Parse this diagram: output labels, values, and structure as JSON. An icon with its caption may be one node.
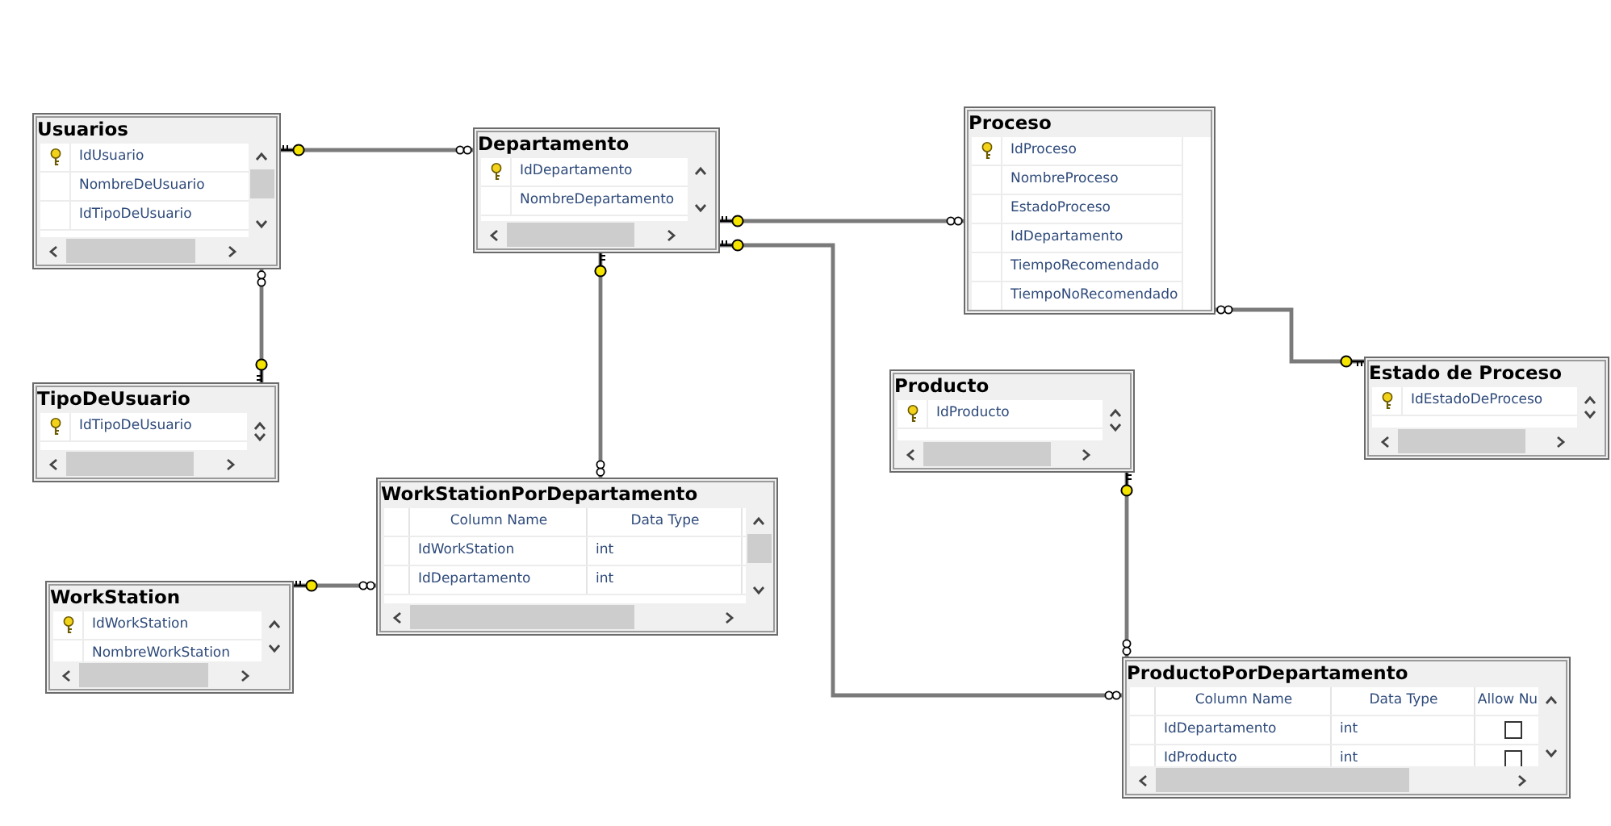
{
  "diagram": {
    "nodes": [
      {
        "text": [
          "Usuarios",
          "IdUsuario",
          "NombreDeUsuario",
          "IdTipoDeUsuario"
        ]
      },
      {
        "text": [
          "Departamento",
          "IdDepartamento",
          "NombreDepartamento"
        ]
      },
      {
        "text": [
          "Proceso",
          "IdProceso",
          "NombreProceso",
          "EstadoProceso",
          "IdDepartamento",
          "TiempoRecomendado",
          "TiempoNoRecomendado"
        ]
      },
      {
        "text": [
          "TipoDeUsuario",
          "IdTipoDeUsuario"
        ]
      },
      {
        "text": [
          "Producto",
          "IdProducto"
        ]
      },
      {
        "text": [
          "Estado de Proceso",
          "IdEstadoDeProceso"
        ]
      },
      {
        "text": [
          "WorkStationPorDepartamento",
          "Column Name",
          "Data Type",
          "IdWorkStation",
          "int",
          "IdDepartamento",
          "int"
        ]
      },
      {
        "text": [
          "WorkStation",
          "IdWorkStation",
          "NombreWorkStation"
        ]
      },
      {
        "text": [
          "ProductoPorDepartamento",
          "Column Name",
          "Data Type",
          "Allow Nu",
          "IdDepartamento",
          "int",
          "IdProducto",
          "int"
        ]
      }
    ],
    "edges": [
      {
        "from": 1,
        "to": 0,
        "arrow": "other"
      },
      {
        "from": 0,
        "to": 3,
        "arrow": "other"
      },
      {
        "from": 2,
        "to": 1,
        "arrow": "other"
      },
      {
        "from": 8,
        "to": 1,
        "arrow": "other"
      },
      {
        "from": 6,
        "to": 1,
        "arrow": "other"
      },
      {
        "from": 6,
        "to": 7,
        "arrow": "other"
      },
      {
        "from": 2,
        "to": 5,
        "arrow": "other"
      },
      {
        "from": 8,
        "to": 4,
        "arrow": "other"
      }
    ]
  }
}
